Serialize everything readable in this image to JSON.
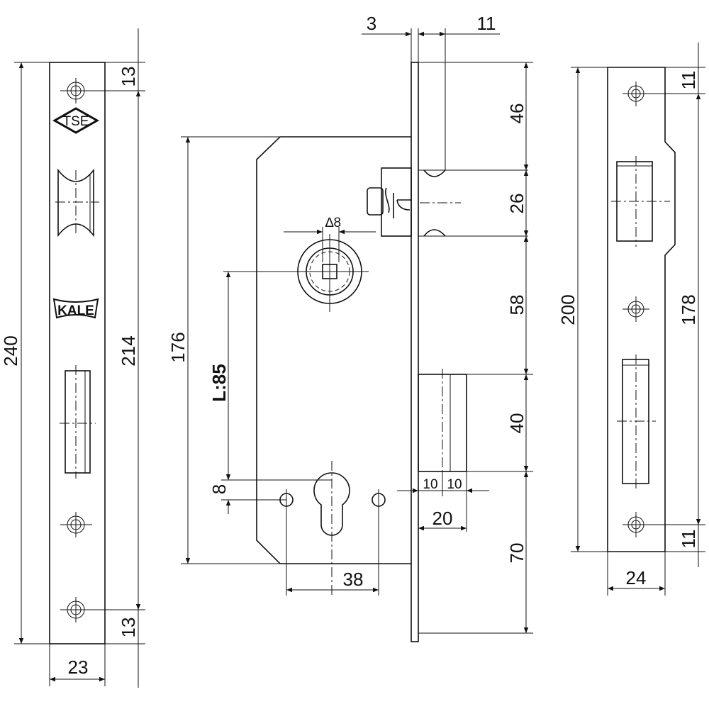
{
  "title": "Mortise lock dimension drawing",
  "logos": {
    "tse": "TSE",
    "kale": "KALE"
  },
  "faceplate": {
    "height": "240",
    "hole_spacing": "214",
    "top_offset": "13",
    "bottom_offset": "13",
    "width": "23"
  },
  "lock_body": {
    "forend_thickness": "3",
    "latch_offset": "11",
    "body_height": "176",
    "backset": "L:85",
    "spindle": "∆8",
    "cylinder_offset": "8",
    "screw_spacing": "38",
    "bolt_half_a": "10",
    "bolt_half_b": "10",
    "bolt_width": "20"
  },
  "forend_segments": [
    "46",
    "26",
    "58",
    "40",
    "70"
  ],
  "strike_plate": {
    "height": "200",
    "hole_spacing": "178",
    "top_offset": "11",
    "bottom_offset": "11",
    "width": "24"
  }
}
